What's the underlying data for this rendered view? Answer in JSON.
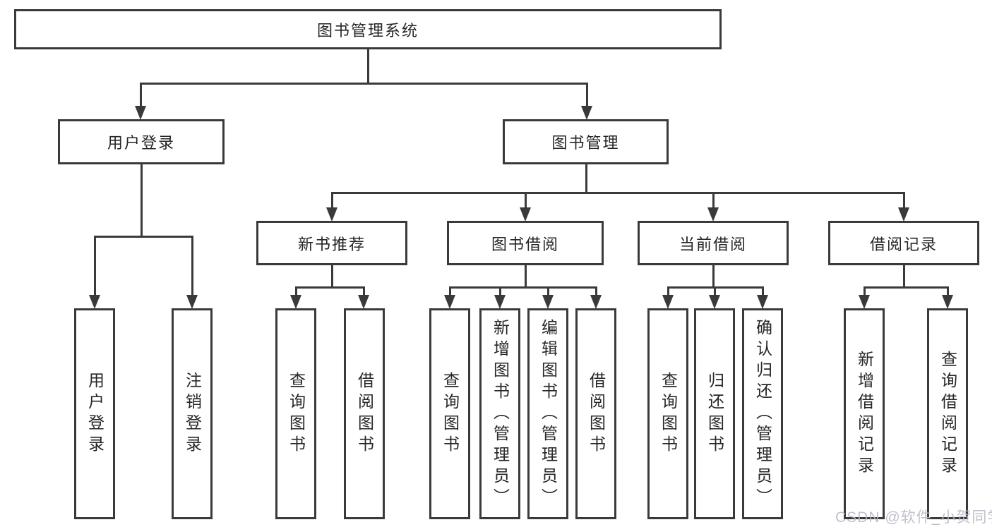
{
  "diagram_title": "图书管理系统",
  "nodes": {
    "root": "图书管理系统",
    "user_login": "用户登录",
    "book_mgmt": "图书管理",
    "new_book_rec": "新书推荐",
    "book_borrow": "图书借阅",
    "current_borrow": "当前借阅",
    "borrow_records": "借阅记录",
    "user_login_children": [
      "用户登录",
      "注销登录"
    ],
    "new_book_rec_children": [
      "查询图书",
      "借阅图书"
    ],
    "book_borrow_children": [
      "查询图书",
      "新增图书（管理员）",
      "编辑图书（管理员）",
      "借阅图书"
    ],
    "current_borrow_children": [
      "查询图书",
      "归还图书",
      "确认归还（管理员）"
    ],
    "borrow_records_children": [
      "新增借阅记录",
      "查询借阅记录"
    ]
  },
  "watermark": "CSDN @软件_小贺同学",
  "colors": {
    "line": "#3a3a3a",
    "text": "#262626",
    "background": "#ffffff",
    "watermark_text": "#babac6"
  }
}
